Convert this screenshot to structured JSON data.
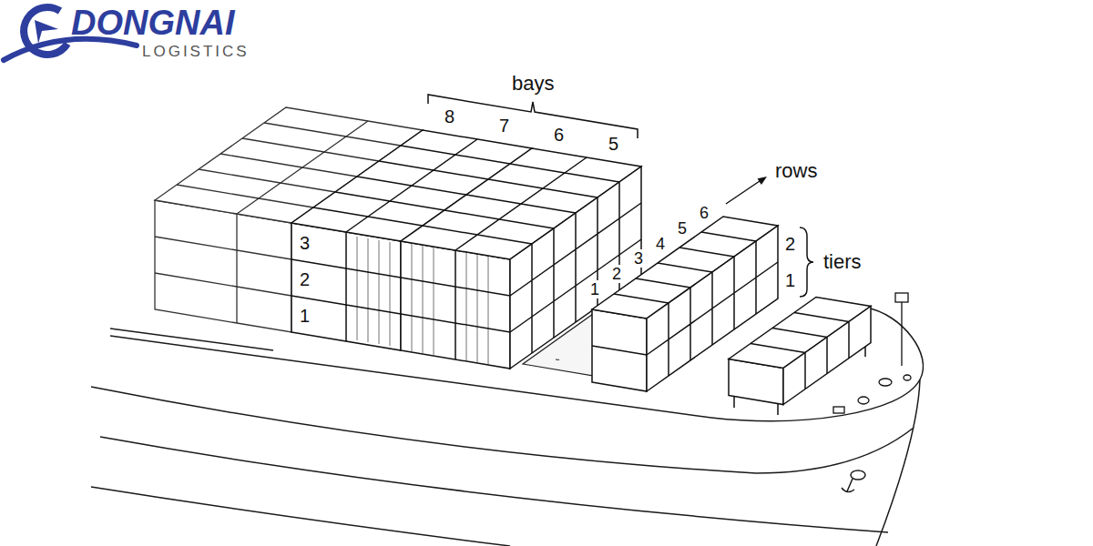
{
  "diagram": {
    "labels": [
      "DONGNAI",
      "LOGISTICS",
      "bays",
      "8",
      "7",
      "6",
      "5",
      "rows",
      "1",
      "2",
      "3",
      "4",
      "5",
      "6",
      "2",
      "tiers",
      "1",
      "3",
      "2",
      "1"
    ]
  }
}
